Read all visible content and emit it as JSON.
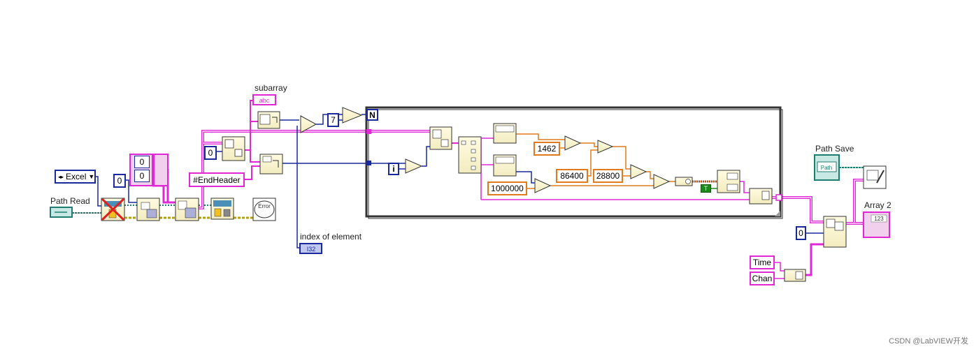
{
  "labels": {
    "path_read": "Path Read",
    "subarray": "subarray",
    "index_of_element": "index of element",
    "path_save": "Path Save",
    "array_2": "Array 2"
  },
  "constants": {
    "excel": "Excel",
    "zero_a": "0",
    "zero_b": "0",
    "zero_c": "0",
    "zero_d": "0",
    "zero_e": "0",
    "end_header": "#EndHeader",
    "seven": "7",
    "n_terminal": "N",
    "i_terminal": "i",
    "c1462": "1462",
    "c86400": "86400",
    "c28800": "28800",
    "c1000000": "1000000",
    "time": "Time",
    "chan": "Chan",
    "bool_true": "T"
  },
  "indicators": {
    "subarray_type": "abc",
    "index_type": "I32",
    "array2_type": "123"
  },
  "icons": {
    "error": "Error",
    "path_save_icon": "Path"
  },
  "colors": {
    "string_wire": "#e028d6",
    "int_wire": "#1a2a9c",
    "dbl_wire": "#e07a1a",
    "path_wire": "#1d7d6e",
    "error_wire": "#b8a000",
    "bool_wire": "#1e8a1e"
  },
  "watermark": "CSDN @LabVIEW开发"
}
